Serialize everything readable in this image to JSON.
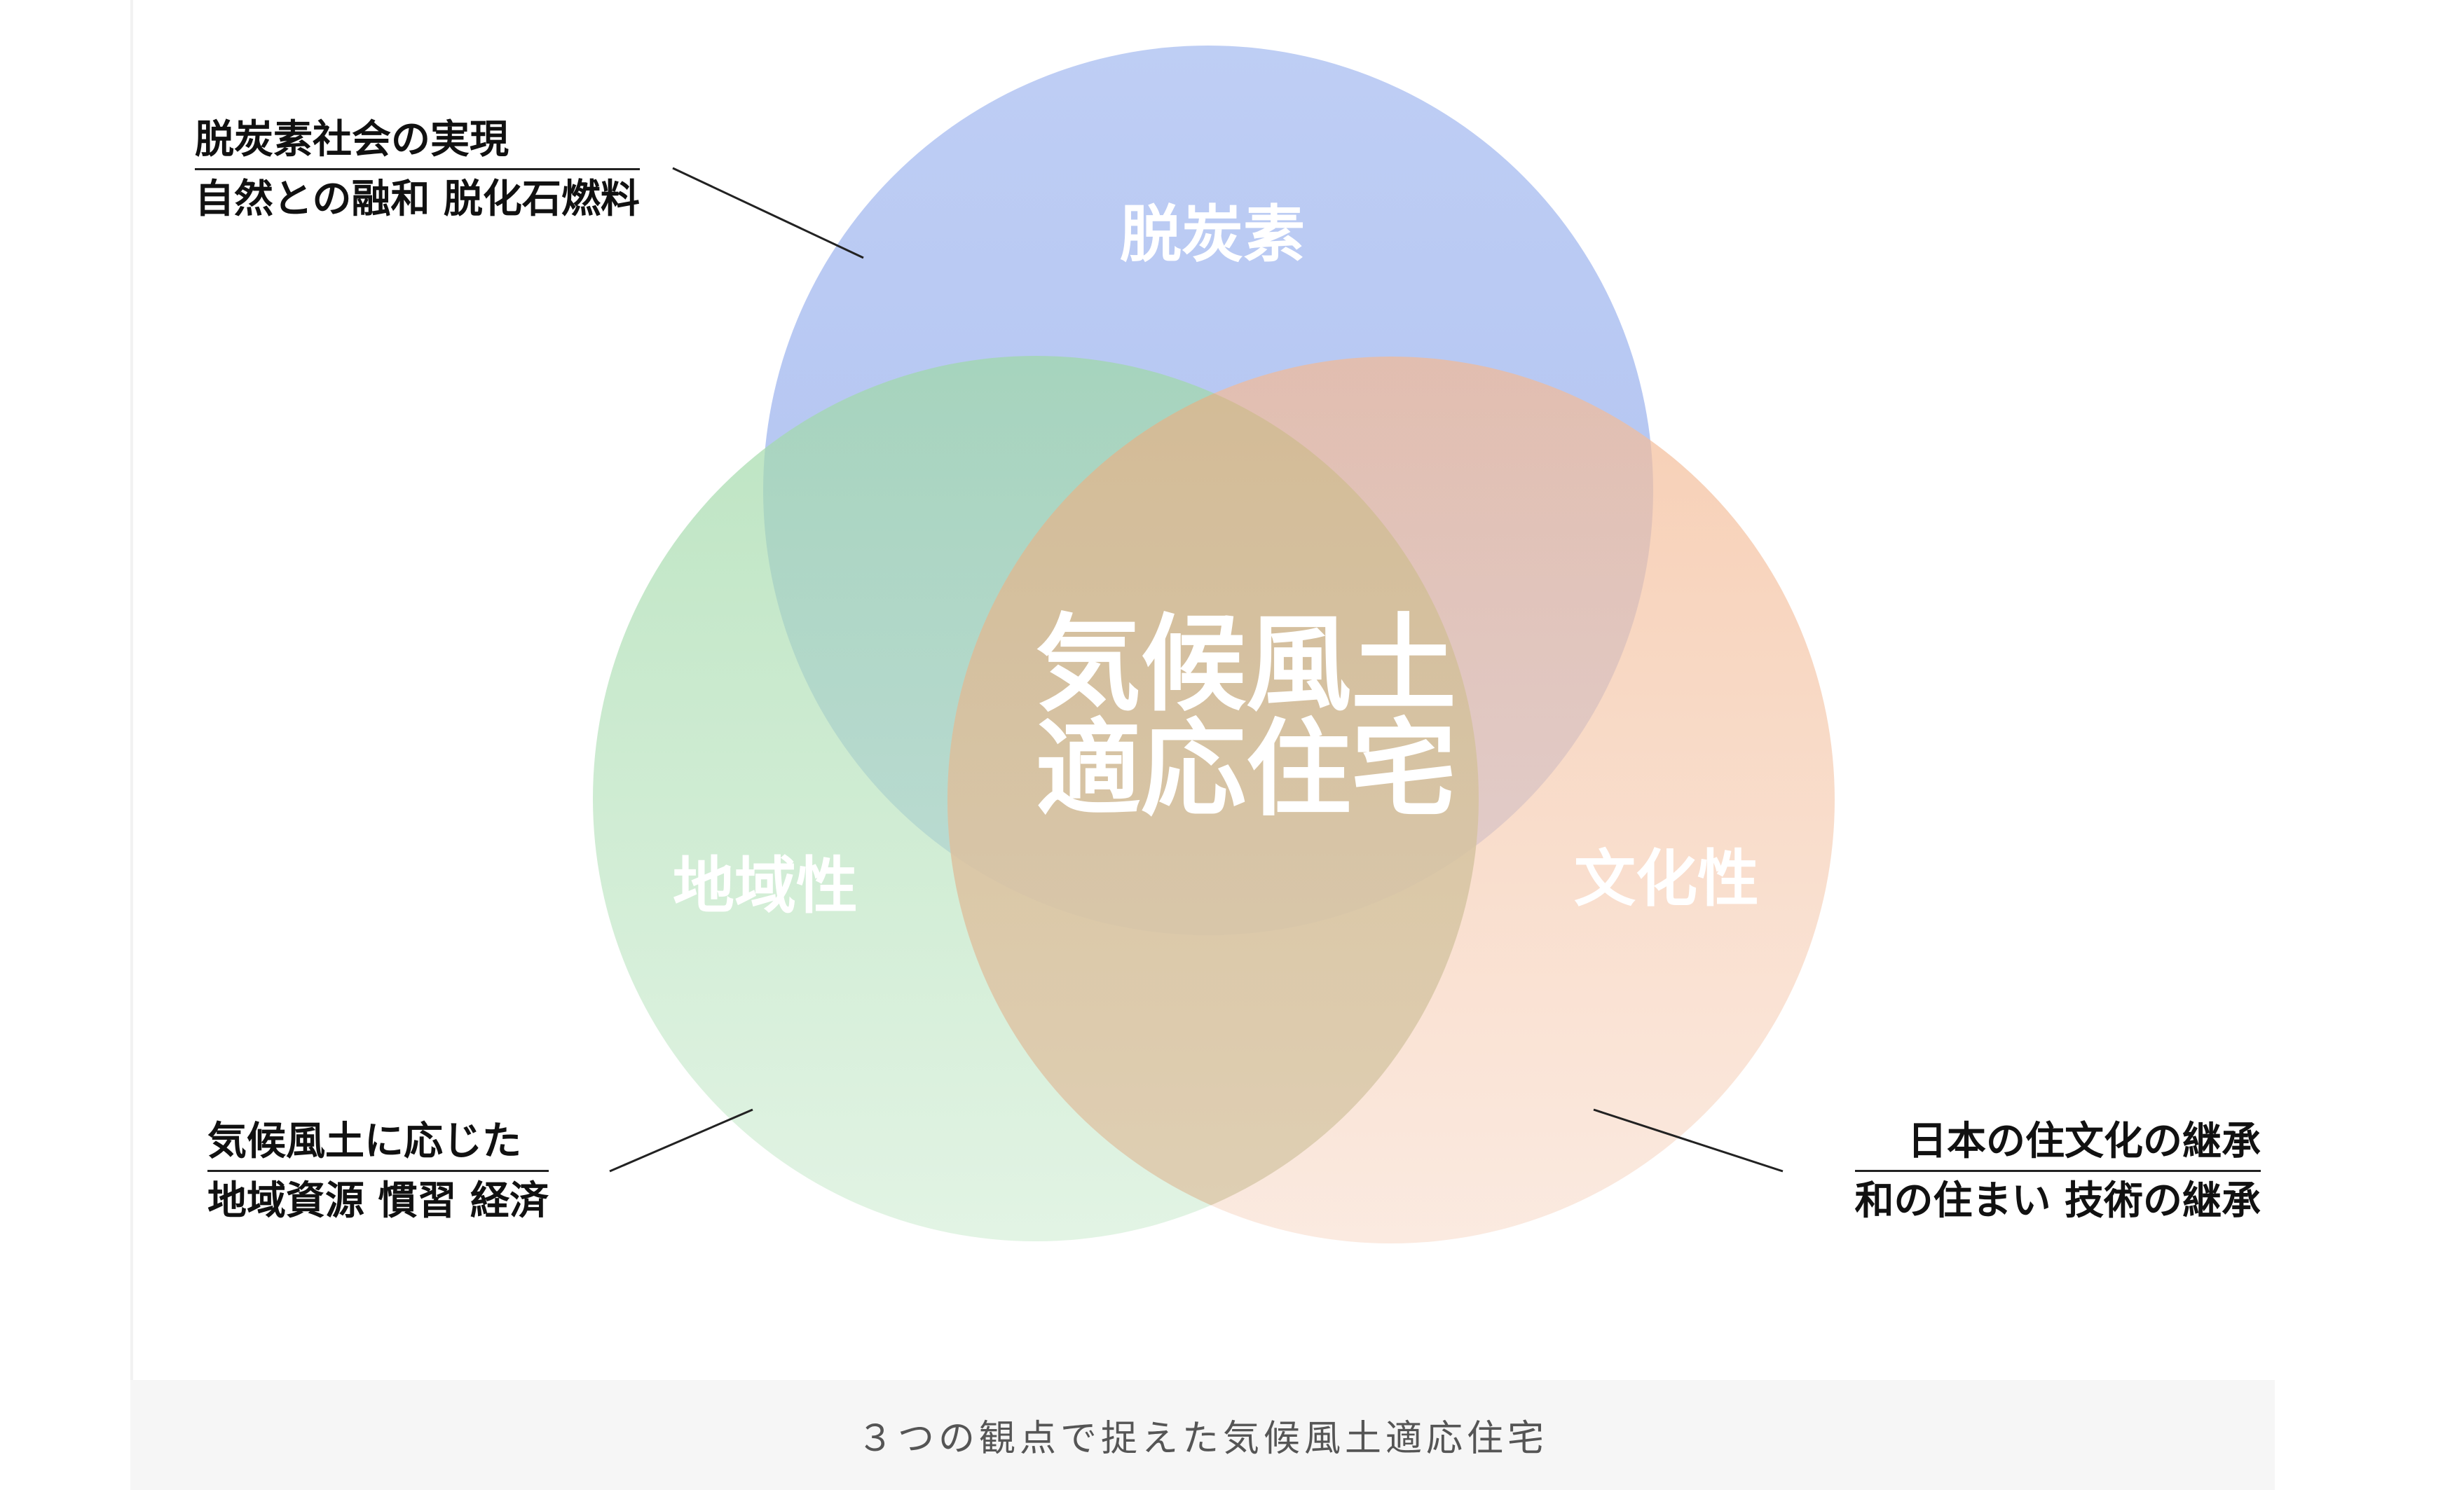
{
  "diagram": {
    "center_label": [
      "気候風土",
      "適応住宅"
    ],
    "circles": [
      {
        "key": "top",
        "label": "脱炭素",
        "color": "#a9bdf0"
      },
      {
        "key": "left",
        "label": "地域性",
        "color": "#a8dcb0"
      },
      {
        "key": "right",
        "label": "文化性",
        "color": "#f4c3a6"
      }
    ],
    "callouts": {
      "top_left": [
        "脱炭素社会の実現",
        "自然との融和 脱化石燃料"
      ],
      "bottom_left": [
        "気候風土に応じた",
        "地域資源 慣習 経済"
      ],
      "bottom_right": [
        "日本の住文化の継承",
        "和の住まい 技術の継承"
      ]
    }
  },
  "caption": "３つの観点で捉えた気候風土適応住宅"
}
